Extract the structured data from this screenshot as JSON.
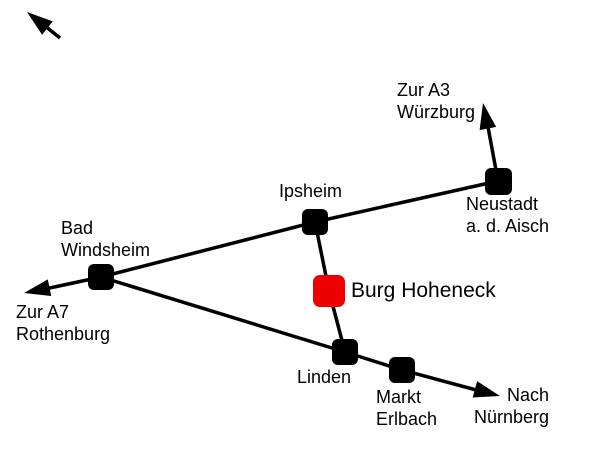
{
  "colors": {
    "background": "#ffffff",
    "road": "#000000",
    "node": "#000000",
    "highlight": "#ee0000"
  },
  "places": {
    "ipsheim": {
      "label": "Ipsheim"
    },
    "neustadt": {
      "label1": "Neustadt",
      "label2": "a. d. Aisch"
    },
    "bad_windsheim": {
      "label1": "Bad",
      "label2": "Windsheim"
    },
    "burg_hoheneck": {
      "label": "Burg Hoheneck"
    },
    "linden": {
      "label": "Linden"
    },
    "markt_erlbach": {
      "label1": "Markt",
      "label2": "Erlbach"
    }
  },
  "directions": {
    "a3": {
      "label1": "Zur A3",
      "label2": "Würzburg"
    },
    "a7": {
      "label1": "Zur A7",
      "label2": "Rothenburg"
    },
    "nuernberg": {
      "label1": "Nach",
      "label2": "Nürnberg"
    }
  },
  "roads": [
    "Zur A7 – Bad Windsheim – Ipsheim – Neustadt a. d. Aisch – Zur A3",
    "Ipsheim – Burg Hoheneck – Linden",
    "Bad Windsheim – Linden – Markt Erlbach – Nach Nürnberg"
  ]
}
